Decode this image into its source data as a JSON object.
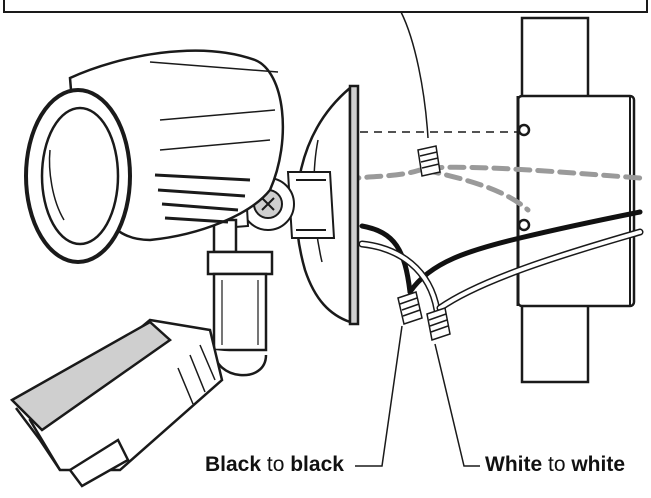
{
  "captions": {
    "black": {
      "strong1": "Black",
      "mid": " to ",
      "strong2": "black"
    },
    "white": {
      "strong1": "White",
      "mid": " to ",
      "strong2": "white"
    }
  },
  "colors": {
    "stroke": "#1a1a1a",
    "shade": "#cfcfcf",
    "ground_wire": "#9a9a9a",
    "black_wire": "#111111",
    "background": "#ffffff"
  }
}
